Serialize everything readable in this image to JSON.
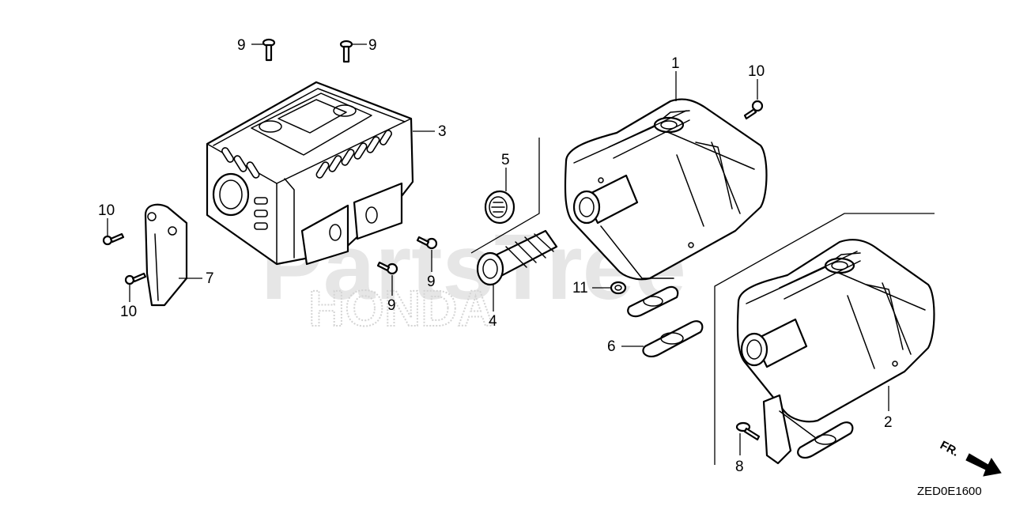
{
  "watermark": {
    "brand": "PartsTree",
    "maker": "HONDA"
  },
  "diagram_code": "ZED0E1600",
  "direction_indicator": "FR.",
  "callouts": [
    {
      "id": "c-9a",
      "label": "9"
    },
    {
      "id": "c-9b",
      "label": "9"
    },
    {
      "id": "c-1",
      "label": "1"
    },
    {
      "id": "c-10a",
      "label": "10"
    },
    {
      "id": "c-3",
      "label": "3"
    },
    {
      "id": "c-5",
      "label": "5"
    },
    {
      "id": "c-10b",
      "label": "10"
    },
    {
      "id": "c-7",
      "label": "7"
    },
    {
      "id": "c-10c",
      "label": "10"
    },
    {
      "id": "c-9c",
      "label": "9"
    },
    {
      "id": "c-9d",
      "label": "9"
    },
    {
      "id": "c-4",
      "label": "4"
    },
    {
      "id": "c-11",
      "label": "11"
    },
    {
      "id": "c-6",
      "label": "6"
    },
    {
      "id": "c-2",
      "label": "2"
    },
    {
      "id": "c-8",
      "label": "8"
    }
  ]
}
